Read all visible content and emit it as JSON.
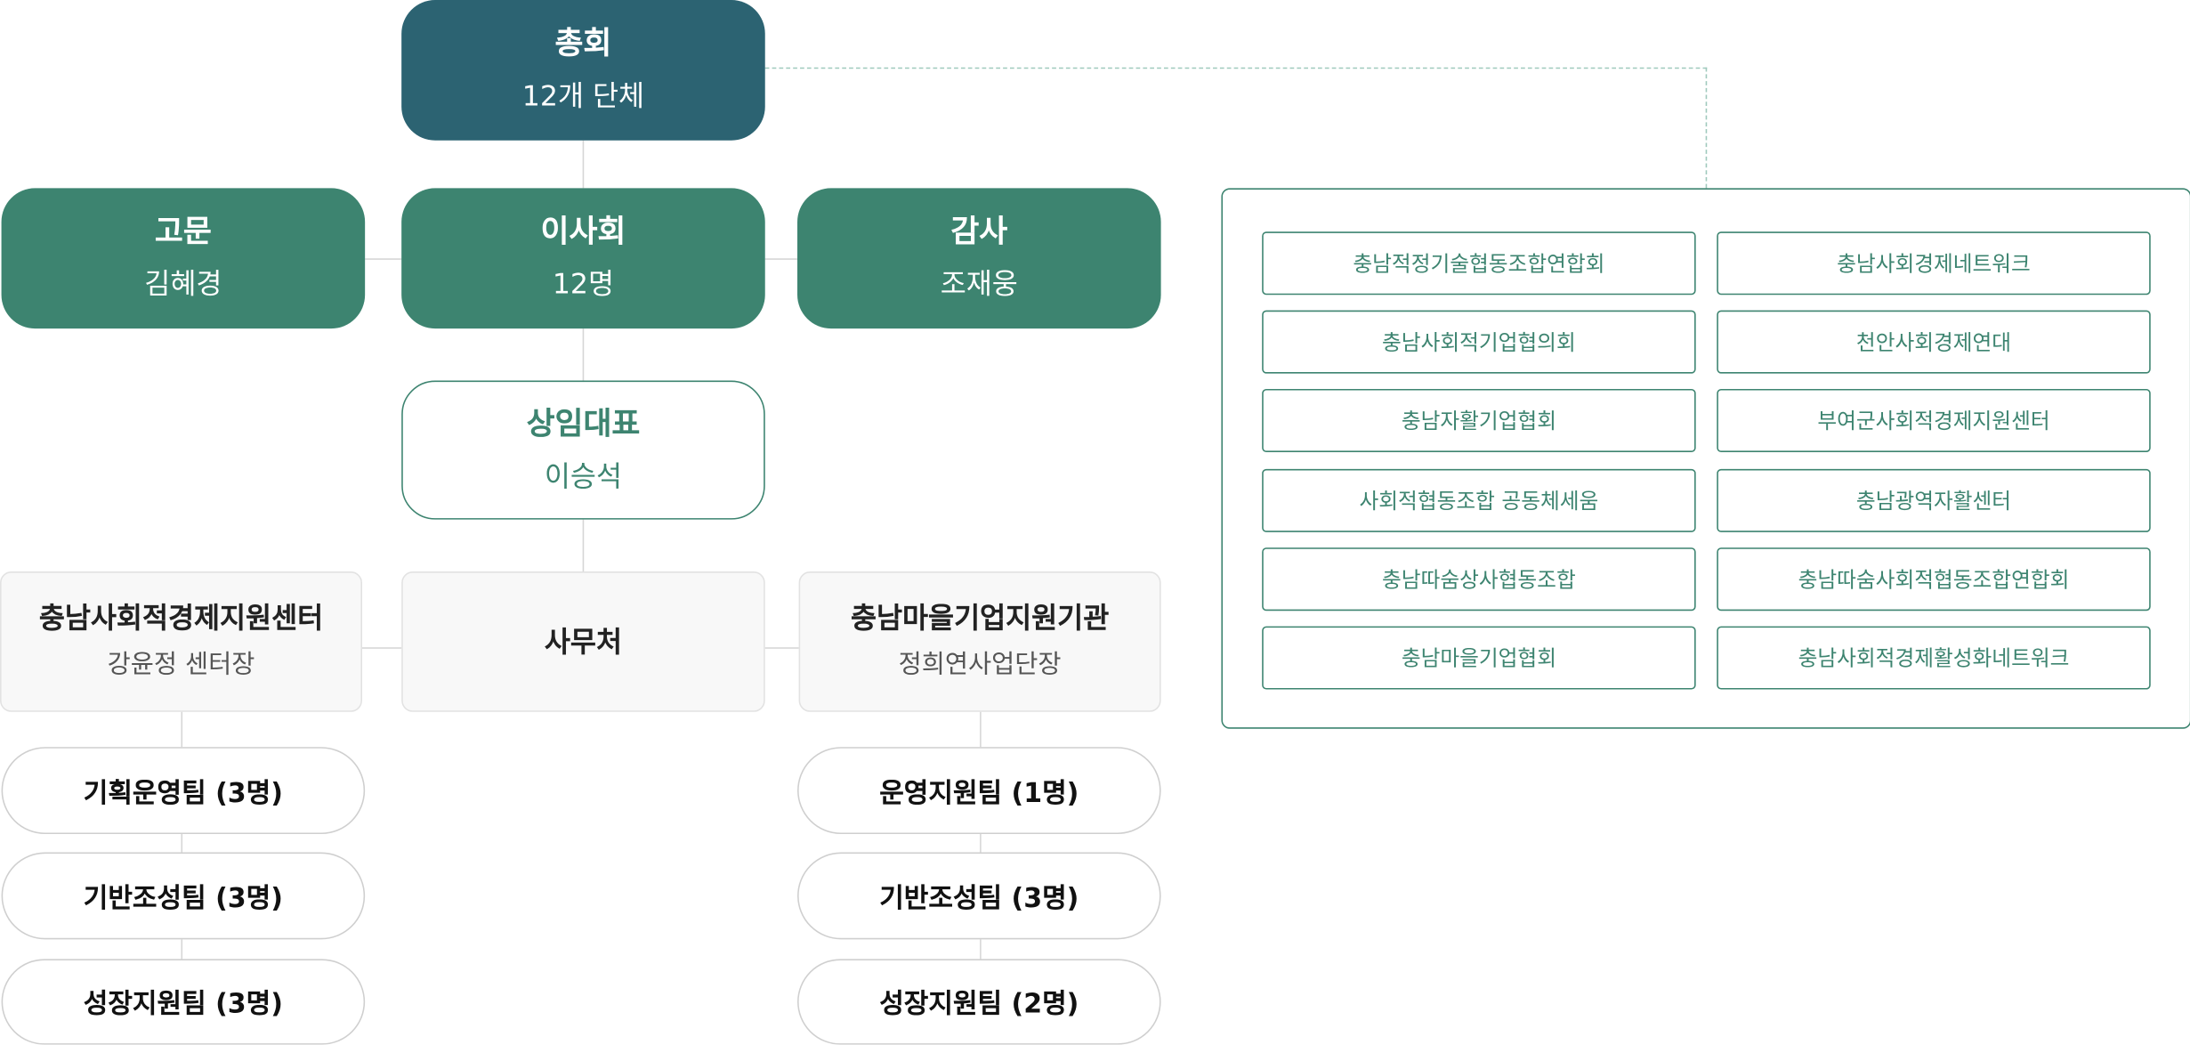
{
  "general_assembly": {
    "title": "총회",
    "sub": "12개 단체"
  },
  "advisor": {
    "title": "고문",
    "sub": "김혜경"
  },
  "board": {
    "title": "이사회",
    "sub": "12명"
  },
  "auditor": {
    "title": "감사",
    "sub": "조재웅"
  },
  "representative": {
    "title": "상임대표",
    "sub": "이승석"
  },
  "secretariat": {
    "title": "사무처"
  },
  "left_center": {
    "title": "충남사회적경제지원센터",
    "sub": "강윤정 센터장"
  },
  "right_center": {
    "title": "충남마을기업지원기관",
    "sub": "정희연사업단장"
  },
  "left_teams": [
    "기획운영팀 (3명)",
    "기반조성팀 (3명)",
    "성장지원팀 (3명)"
  ],
  "right_teams": [
    "운영지원팀 (1명)",
    "기반조성팀 (3명)",
    "성장지원팀 (2명)"
  ],
  "members": {
    "left": [
      "충남적정기술협동조합연합회",
      "충남사회적기업협의회",
      "충남자활기업협회",
      "사회적협동조합 공동체세움",
      "충남따숨상사협동조합",
      "충남마을기업협회"
    ],
    "right": [
      "충남사회경제네트워크",
      "천안사회경제연대",
      "부여군사회적경제지원센터",
      "충남광역자활센터",
      "충남따숨사회적협동조합연합회",
      "충남사회적경제활성화네트워크"
    ]
  },
  "colors": {
    "dark": "#2c6372",
    "green": "#3d8470",
    "line": "#d6d6d6"
  }
}
